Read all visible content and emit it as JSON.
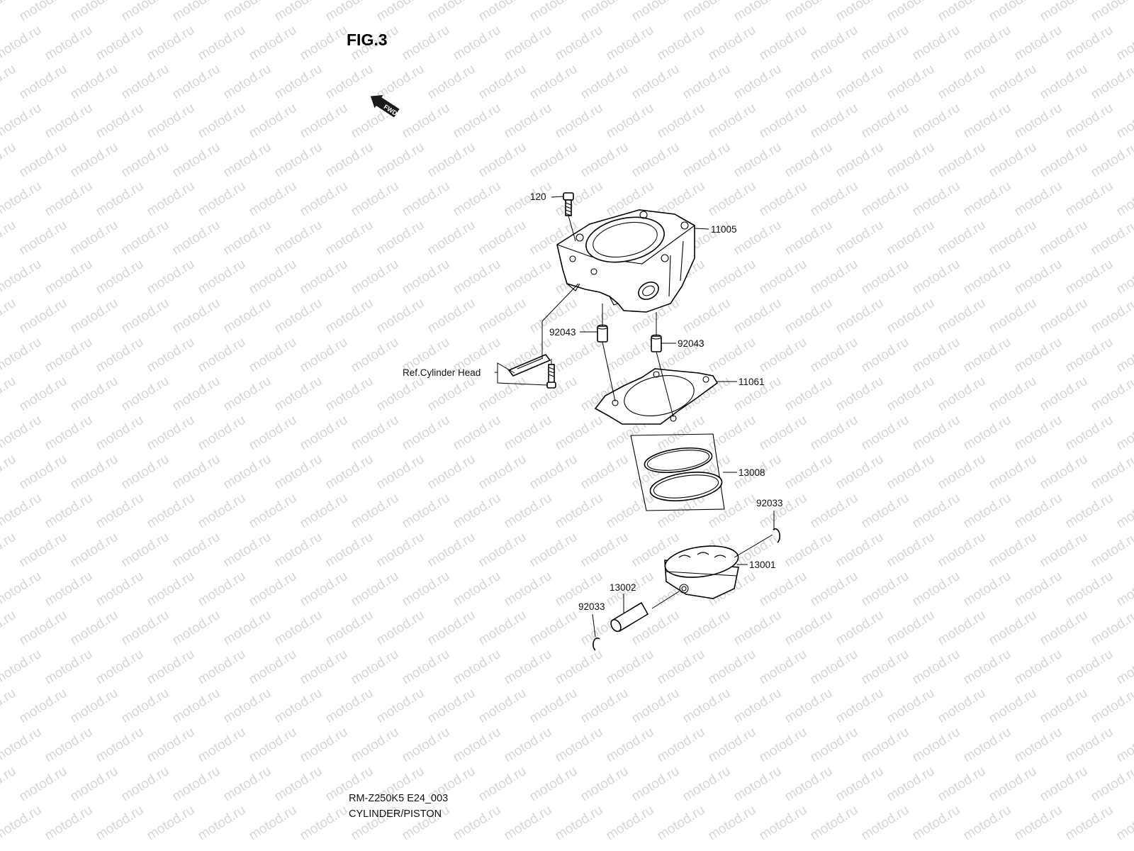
{
  "figure": {
    "title": "FIG.3",
    "fwd_label": "FWD"
  },
  "watermark": {
    "text": "motod.ru"
  },
  "parts": [
    {
      "id": "p120",
      "label": "120"
    },
    {
      "id": "p11005",
      "label": "11005"
    },
    {
      "id": "p92043a",
      "label": "92043"
    },
    {
      "id": "p92043b",
      "label": "92043"
    },
    {
      "id": "pref",
      "label": "Ref.Cylinder Head"
    },
    {
      "id": "p11061",
      "label": "11061"
    },
    {
      "id": "p13008",
      "label": "13008"
    },
    {
      "id": "p92033a",
      "label": "92033"
    },
    {
      "id": "p13001",
      "label": "13001"
    },
    {
      "id": "p13002",
      "label": "13002"
    },
    {
      "id": "p92033b",
      "label": "92033"
    }
  ],
  "footer": {
    "code": "RM-Z250K5 E24_003",
    "name": "CYLINDER/PISTON"
  }
}
